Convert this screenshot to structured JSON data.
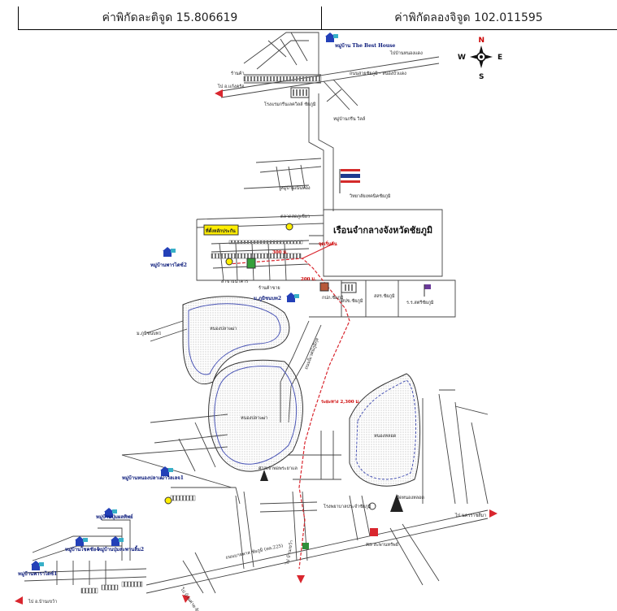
{
  "header": {
    "latitude": "ค่าพิกัดละติจูด 15.806619",
    "longitude": "ค่าพิกัดลองจิจูด 102.011595"
  },
  "compass": {
    "n": "N",
    "s": "S",
    "e": "E",
    "w": "W"
  },
  "labels": {
    "best_house": "หมู่บ้าน The Best House",
    "to_nongbua": "ไปบ้านหนองแดง",
    "to_left_top": "ไป อ.แก้งคร้อ",
    "shop_top": "ร้านค้า",
    "road_top": "ถนนสายชัยภูมิ - หนองบัวแดง",
    "hotel": "โรงแรมกรีนเลควิลล์ ชัยภูมิ",
    "green_village": "หมู่บ้านกรีน วิลล์",
    "village_noen": "หมู่บ้านเนินทอง",
    "college": "วิทยาลัยเทคนิคชัยภูมิ",
    "market": "ตลาดสดภูเขียว",
    "prison": "เรือนจำกลางจังหวัดชัยภูมิ",
    "meeting_point": "ที่ตั้งหลักประกัน",
    "village_pakorn": "หมู่บ้านพารไดซ์2",
    "dist_300a": "300 ม.",
    "dist_300b": "200 ม.",
    "start_point": "จุดเริ่มต้น",
    "bank": "สาขาธนาคาร",
    "shop_mid": "ร้านค้าขาย",
    "village_khumsap": "ม.ภูมิชนบท1",
    "village_khumsap2": "ม.ภูมิชนบท2",
    "pea": "กปภ.ชัยภูมิ",
    "ops": "สปข.ชัยภูมิ",
    "ptt": "สสร.ชัยภูมิ",
    "school": "ร.ร.สตรีชัยภูมิ",
    "lake_upper": "หนองปลาเฒ่า",
    "lake_lower": "หนองปลาเฒ่า",
    "lake_right": "หนองหลอด",
    "road_dist": "ระยะทาง 2,300 ม.",
    "road_side": "ถนนนิเวศน์ภูมิกุล",
    "temple": "ศาลเจ้าพ่อพระยาแล",
    "village_lower": "หมู่บ้านหนองปลาเฒ่าวิลเลจ1",
    "village_phet": "หมู่บ้านปุ่มผลทิพย์",
    "village_nong": "หมู่บ้านโชคชัย4",
    "village_sapan": "หมู่บ้านปุ่มสะพานลิ้ม2",
    "village_pakorn2": "หมู่บ้านพาราไดซ์1",
    "temple2": "วัดหนองหลอด",
    "hospital": "โรงพยาบาลประจำชัยภูมิ",
    "main_road": "ถนนบายพาส ชัยภูมิ (ทล.225)",
    "rs": "RS สะพานทรัพย์",
    "to_nakhon": "ไป นครราชสีมา",
    "to_bottom_mid": "ไป บ้านเขว้า",
    "to_bottom_left": "ไป อ.บ้านเขว้า",
    "to_bottom_r": "ไป บ้านค่าย-จัตุรัส"
  },
  "colors": {
    "route": "#d9262e",
    "lake": "#4a55b5",
    "house": "#2340b8",
    "flag_red": "#d42a2a",
    "flag_blue": "#1d3a8f",
    "highlight": "#ffee00"
  }
}
